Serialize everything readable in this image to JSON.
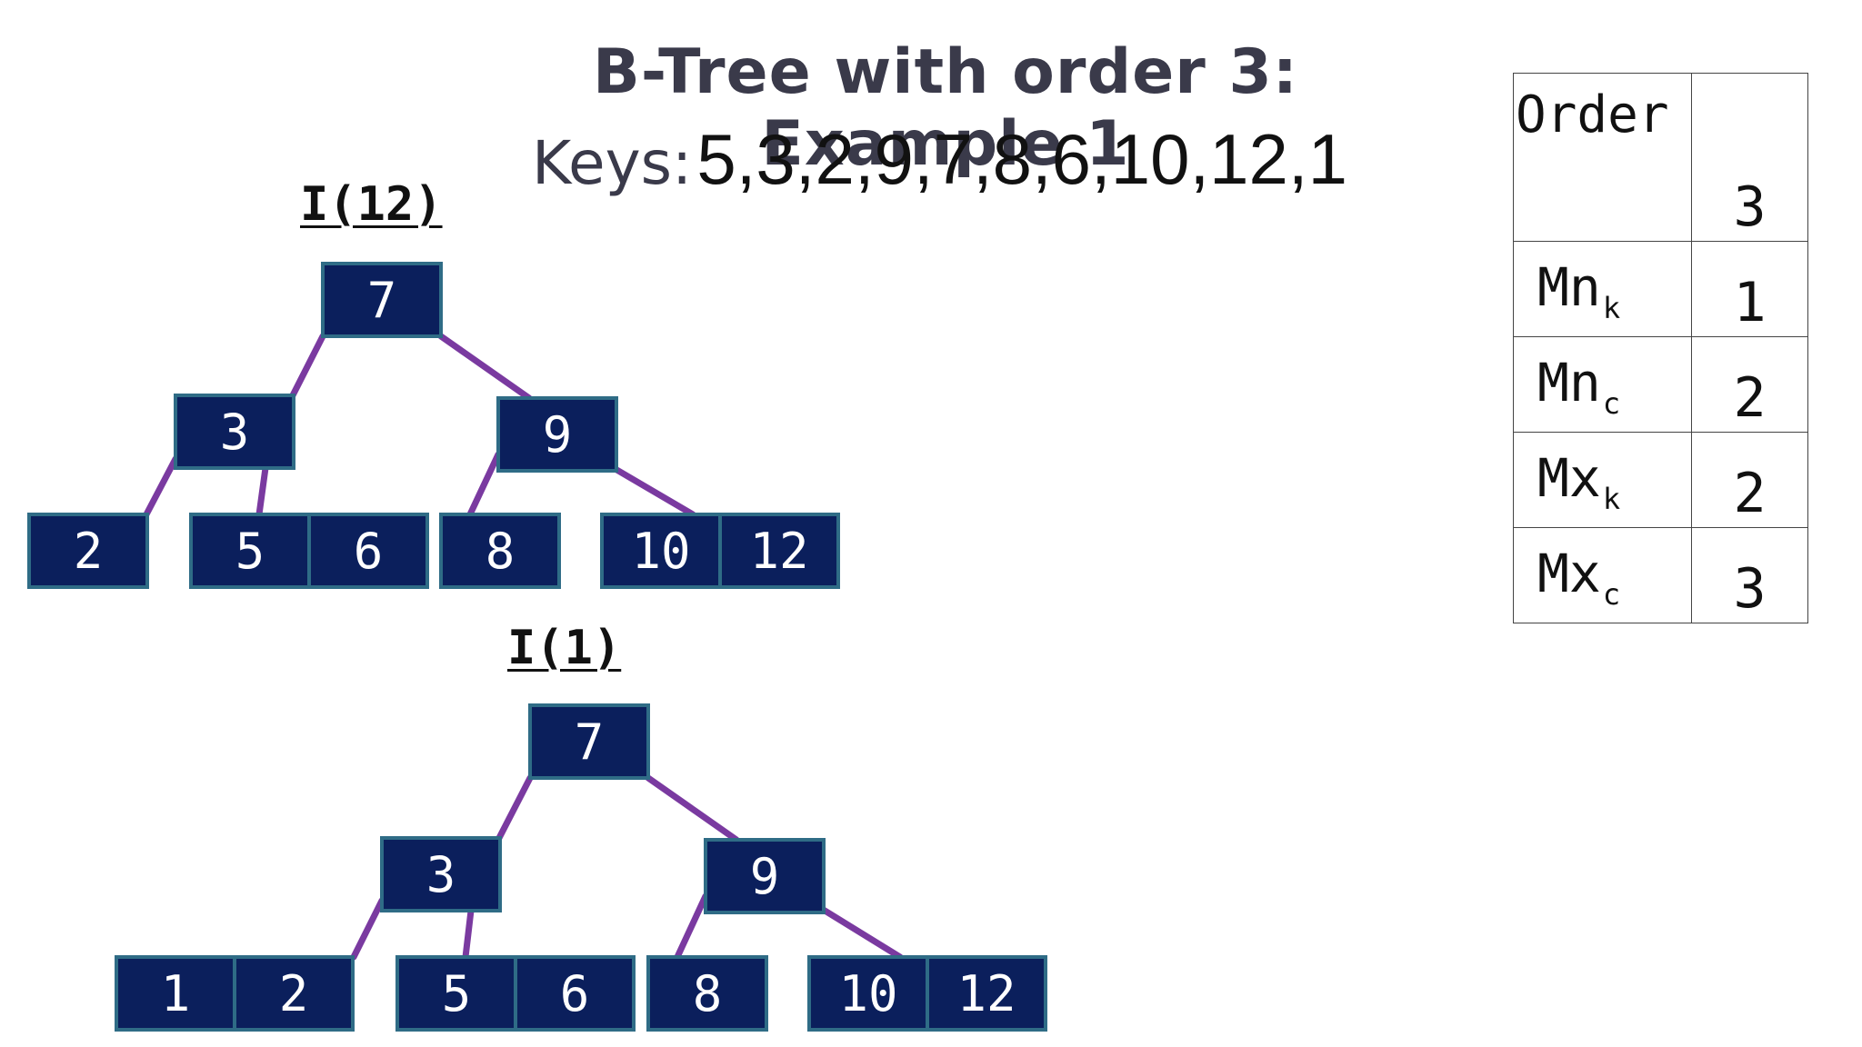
{
  "title": "B-Tree with order 3: Example 1",
  "keys": {
    "label": "Keys:",
    "values": "5,3,2,9,7,8,6,10,12,1"
  },
  "colors": {
    "node_fill": "#0b1f5c",
    "node_border": "#2f6c86",
    "node_text": "#ffffff",
    "edge": "#7a3aa0"
  },
  "trees": [
    {
      "label": "I(12)",
      "root": [
        "7"
      ],
      "level1": [
        [
          "3"
        ],
        [
          "9"
        ]
      ],
      "leaves": [
        [
          "2"
        ],
        [
          "5",
          "6"
        ],
        [
          "8"
        ],
        [
          "10",
          "12"
        ]
      ]
    },
    {
      "label": "I(1)",
      "root": [
        "7"
      ],
      "level1": [
        [
          "3"
        ],
        [
          "9"
        ]
      ],
      "leaves": [
        [
          "1",
          "2"
        ],
        [
          "5",
          "6"
        ],
        [
          "8"
        ],
        [
          "10",
          "12"
        ]
      ]
    }
  ],
  "table": {
    "order": {
      "name": "Order",
      "value": "3"
    },
    "rows": [
      {
        "base": "Mn",
        "sub": "k",
        "value": "1"
      },
      {
        "base": "Mn",
        "sub": "c",
        "value": "2"
      },
      {
        "base": "Mx",
        "sub": "k",
        "value": "2"
      },
      {
        "base": "Mx",
        "sub": "c",
        "value": "3"
      }
    ]
  }
}
